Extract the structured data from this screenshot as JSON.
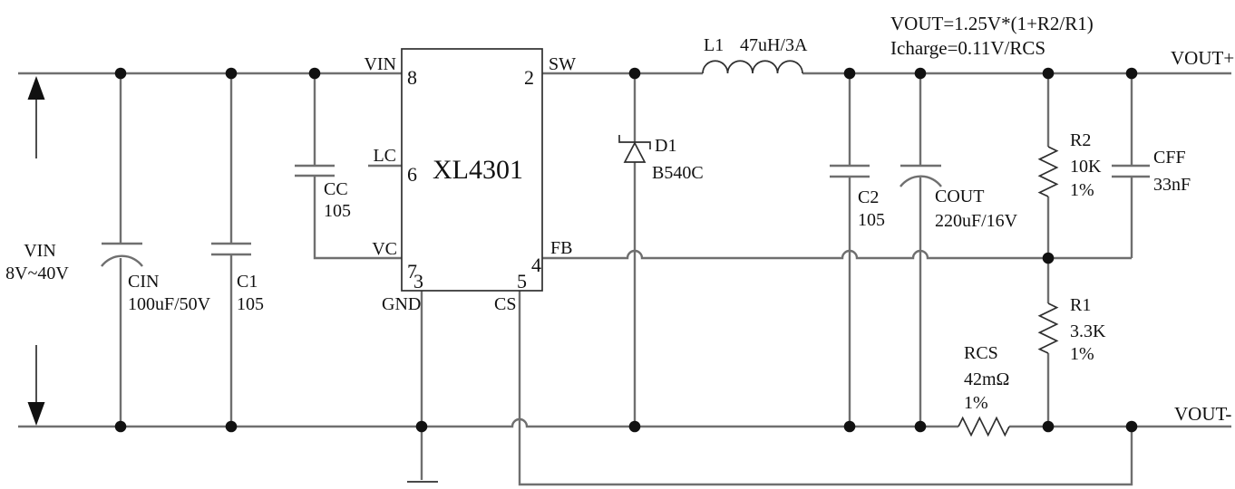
{
  "colors": {
    "bg": "#ffffff",
    "wire": "#6f6f6f",
    "symbol": "#2f2f2f",
    "ink": "#111111"
  },
  "annotations": {
    "vout_formula": "VOUT=1.25V*(1+R2/R1)",
    "icharge_formula": "Icharge=0.11V/RCS"
  },
  "nets": {
    "vout_plus": "VOUT+",
    "vout_minus": "VOUT-",
    "input": {
      "name": "VIN",
      "range": "8V~40V"
    }
  },
  "ic": {
    "part_number": "XL4301",
    "pins": {
      "vin": {
        "number": "8",
        "name": "VIN"
      },
      "sw": {
        "number": "2",
        "name": "SW"
      },
      "lc": {
        "number": "6",
        "name": "LC"
      },
      "vc": {
        "number": "7",
        "name": "VC"
      },
      "fb": {
        "number": "4",
        "name": "FB"
      },
      "gnd": {
        "number": "3",
        "name": "GND"
      },
      "cs": {
        "number": "5",
        "name": "CS"
      }
    }
  },
  "components": {
    "cin": {
      "ref": "CIN",
      "value": "100uF/50V"
    },
    "c1": {
      "ref": "C1",
      "value": "105"
    },
    "cc": {
      "ref": "CC",
      "value": "105"
    },
    "d1": {
      "ref": "D1",
      "value": "B540C"
    },
    "l1": {
      "ref": "L1",
      "value": "47uH/3A"
    },
    "c2": {
      "ref": "C2",
      "value": "105"
    },
    "cout": {
      "ref": "COUT",
      "value": "220uF/16V"
    },
    "r2": {
      "ref": "R2",
      "value": "10K",
      "tolerance": "1%"
    },
    "cff": {
      "ref": "CFF",
      "value": "33nF"
    },
    "r1": {
      "ref": "R1",
      "value": "3.3K",
      "tolerance": "1%"
    },
    "rcs": {
      "ref": "RCS",
      "value": "42mΩ",
      "tolerance": "1%"
    }
  }
}
